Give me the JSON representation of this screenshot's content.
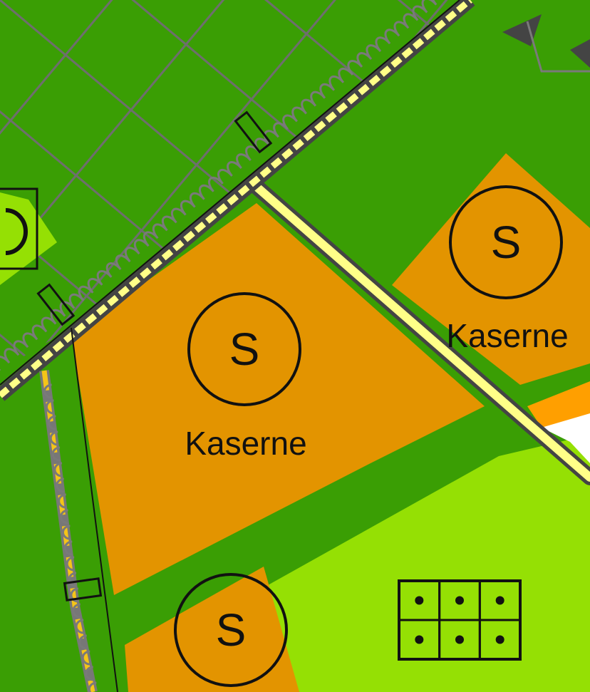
{
  "map": {
    "colors": {
      "forest": "#3a9e04",
      "meadow": "#95e004",
      "military": "#e39400",
      "road_fill": "#ffff88",
      "road_casing": "#444444",
      "hatch": "#6e6e6e",
      "fence": "#7a7a7a",
      "rail_yellow": "#f5c518",
      "line": "#111111",
      "orange_strip": "#ff9f00"
    },
    "zones": [
      {
        "kind": "military",
        "symbol": "S",
        "label": "Kaserne"
      },
      {
        "kind": "military",
        "symbol": "S",
        "label": "Kaserne"
      },
      {
        "kind": "military",
        "symbol": "S",
        "label": ""
      }
    ],
    "symbols": [
      {
        "kind": "allotment-grid",
        "rows": 2,
        "cols": 3
      },
      {
        "kind": "partial-frame-symbol"
      }
    ]
  }
}
